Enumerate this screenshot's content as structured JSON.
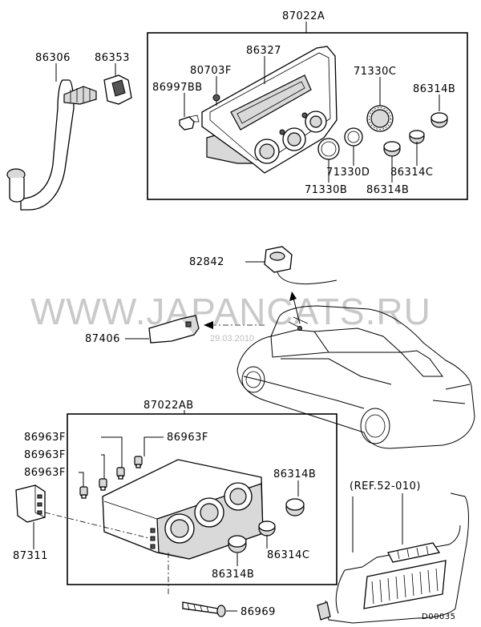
{
  "watermark": "WWW.JAPANCATS.RU",
  "date_stamp": "29.03.2010",
  "diagram_code": "D00035",
  "reference": "(REF.52-010)",
  "groups": {
    "upper_assembly": "87022A",
    "lower_assembly": "87022AB"
  },
  "labels": {
    "hose": "86306",
    "hose_clip": "86353",
    "panel": "86327",
    "panel_screw": "80703F",
    "panel_clip": "86997BB",
    "ring_large": "71330C",
    "knob_right_b": "86314B",
    "ring_d": "71330D",
    "knob_c_upper": "86314C",
    "ring_b": "71330B",
    "knob_b_upper": "86314B",
    "sensor": "82842",
    "relay": "87406",
    "bulb_1": "86963F",
    "bulb_2": "86963F",
    "bulb_3": "86963F",
    "bulb_4": "86963F",
    "knob_lower_b1": "86314B",
    "knob_lower_c": "86314C",
    "knob_lower_b2": "86314B",
    "connector": "87311",
    "screw_lower": "86969"
  }
}
